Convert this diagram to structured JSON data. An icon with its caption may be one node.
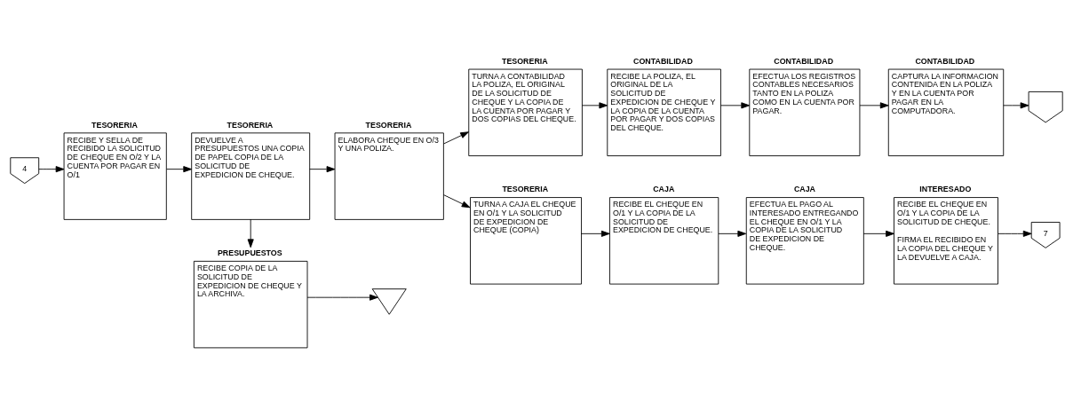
{
  "diagram": {
    "nodes": [
      {
        "text": [
          "4"
        ]
      },
      {
        "text": [
          "TESORERIA",
          "RECIBE Y SELLA DE RECIBIDO LA SOLICITUD DE CHEQUE EN O/2 Y LA CUENTA POR PAGAR EN O/1"
        ]
      },
      {
        "text": [
          "TESORERIA",
          "DEVUELVE A PRESUPUESTOS UNA COPIA DE PAPEL COPIA DE LA SOLICITUD DE EXPEDICION DE CHEQUE."
        ]
      },
      {
        "text": [
          "PRESUPUESTOS",
          "RECIBE COPIA DE LA SOLICITUD DE EXPEDICION DE CHEQUE Y LA ARCHIVA."
        ]
      },
      {
        "text": [],
        "shape": "triangle"
      },
      {
        "text": [
          "TESORERIA",
          "ELABORA CHEQUE EN O/3 Y UNA POLIZA."
        ]
      },
      {
        "text": [
          "TESORERIA",
          "TURNA A CONTABILIDAD LA POLIZA, EL ORIGINAL DE LA SOLICITUD DE CHEQUE Y LA COPIA DE LA CUENTA POR PAGAR Y DOS COPIAS DEL CHEQUE."
        ]
      },
      {
        "text": [
          "CONTABILIDAD",
          "RECIBE LA POLIZA, EL ORIGINAL DE LA SOLICITUD DE EXPEDICION DE CHEQUE Y LA COPIA DE LA CUENTA POR PAGAR Y DOS COPIAS DEL CHEQUE."
        ]
      },
      {
        "text": [
          "CONTABILIDAD",
          "EFECTUA LOS REGISTROS CONTABLES NECESARIOS TANTO EN LA POLIZA COMO EN LA CUENTA POR PAGAR."
        ]
      },
      {
        "text": [
          "CONTABILIDAD",
          "CAPTURA LA INFORMACION CONTENIDA EN LA POLIZA Y EN LA CUENTA POR PAGAR EN LA COMPUTADORA."
        ]
      },
      {
        "text": [],
        "shape": "pentagon"
      },
      {
        "text": [
          "TESORERIA",
          "TURNA A CAJA EL CHEQUE EN O/1 Y LA SOLICITUD DE EXPEDICION DE CHEQUE (COPIA)"
        ]
      },
      {
        "text": [
          "CAJA",
          "RECIBE EL CHEQUE EN O/1 Y LA COPIA DE LA SOLICITUD DE EXPEDICION DE CHEQUE."
        ]
      },
      {
        "text": [
          "CAJA",
          "EFECTUA EL PAGO AL INTERESADO ENTREGANDO EL CHEQUE EN O/1 Y LA COPIA DE LA SOLICITUD DE EXPEDICION DE CHEQUE."
        ]
      },
      {
        "text": [
          "INTERESADO",
          "RECIBE EL CHEQUE EN O/1 Y LA COPIA DE LA SOLICITUD DE CHEQUE.",
          "FIRMA EL RECIBIDO EN LA COPIA DEL CHEQUE Y LA DEVUELVE A CAJA."
        ]
      },
      {
        "text": [
          "7"
        ]
      }
    ],
    "edges": [
      {
        "from": 0,
        "to": 1,
        "arrow": "to"
      },
      {
        "from": 1,
        "to": 2,
        "arrow": "to"
      },
      {
        "from": 2,
        "to": 5,
        "arrow": "to"
      },
      {
        "from": 2,
        "to": 3,
        "arrow": "to"
      },
      {
        "from": 3,
        "to": 4,
        "arrow": "to"
      },
      {
        "from": 5,
        "to": 6,
        "arrow": "to"
      },
      {
        "from": 5,
        "to": 11,
        "arrow": "to"
      },
      {
        "from": 6,
        "to": 7,
        "arrow": "to"
      },
      {
        "from": 7,
        "to": 8,
        "arrow": "to"
      },
      {
        "from": 8,
        "to": 9,
        "arrow": "to"
      },
      {
        "from": 9,
        "to": 10,
        "arrow": "to"
      },
      {
        "from": 11,
        "to": 12,
        "arrow": "to"
      },
      {
        "from": 12,
        "to": 13,
        "arrow": "to"
      },
      {
        "from": 13,
        "to": 14,
        "arrow": "to"
      },
      {
        "from": 14,
        "to": 15,
        "arrow": "to"
      }
    ]
  }
}
